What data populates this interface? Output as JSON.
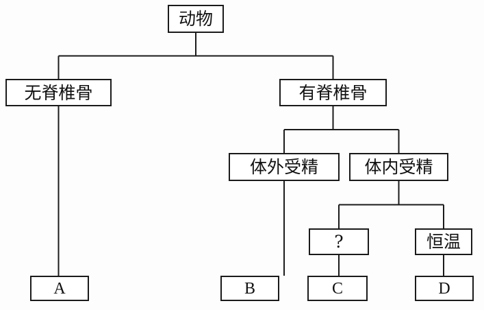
{
  "diagram": {
    "nodes": {
      "animal": "动物",
      "invertebrate": "无脊椎骨",
      "vertebrate": "有脊椎骨",
      "external_fertilization": "体外受精",
      "internal_fertilization": "体内受精",
      "unknown": "?",
      "warm_blooded": "恒温",
      "a": "A",
      "b": "B",
      "c": "C",
      "d": "D"
    },
    "edges": [
      [
        "animal",
        "invertebrate"
      ],
      [
        "animal",
        "vertebrate"
      ],
      [
        "invertebrate",
        "a"
      ],
      [
        "vertebrate",
        "external_fertilization"
      ],
      [
        "vertebrate",
        "internal_fertilization"
      ],
      [
        "external_fertilization",
        "b"
      ],
      [
        "internal_fertilization",
        "unknown"
      ],
      [
        "internal_fertilization",
        "warm_blooded"
      ],
      [
        "unknown",
        "c"
      ],
      [
        "warm_blooded",
        "d"
      ]
    ],
    "line_color": "#1a1a1a"
  }
}
